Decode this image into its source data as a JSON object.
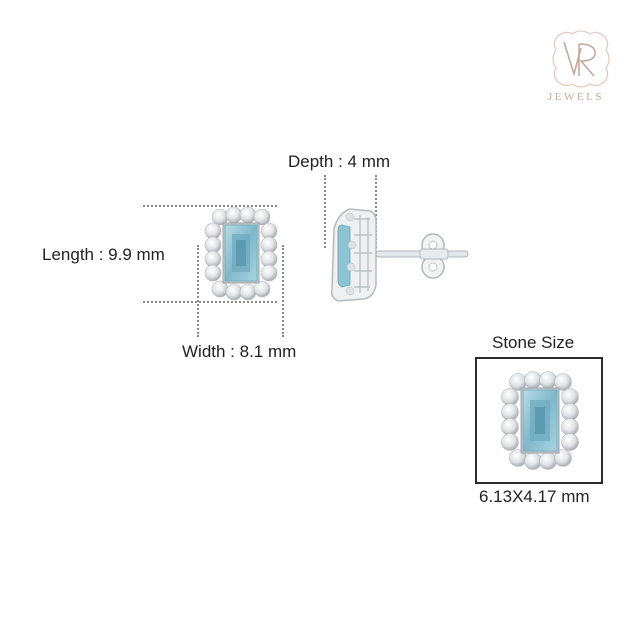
{
  "brand": {
    "monogram": "VR",
    "name": "JEWELS",
    "color": "#c9a89e"
  },
  "product": {
    "type": "Aquamarine halo stud earrings",
    "gem_color": "#8ec3d4",
    "metal_color": "#d9dcdf"
  },
  "dimensions": {
    "depth_label": "Depth : 4 mm",
    "length_label": "Length : 9.9 mm",
    "width_label": "Width : 8.1 mm"
  },
  "stone": {
    "title": "Stone Size",
    "size_label": "6.13X4.17 mm"
  }
}
